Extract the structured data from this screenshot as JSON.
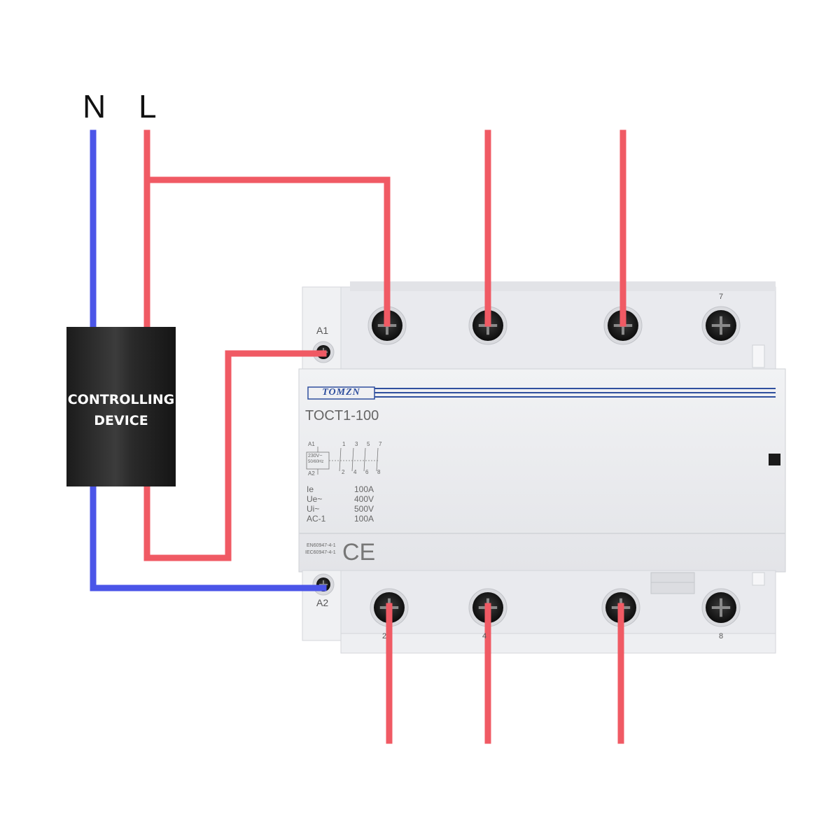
{
  "wires": {
    "neutral_label": "N",
    "line_label": "L",
    "neutral_color": "#4b55e8",
    "line_color": "#f05a64"
  },
  "controller": {
    "line1": "CONTROLLING",
    "line2": "DEVICE",
    "color": "#222222"
  },
  "contactor": {
    "brand": "TOMZN",
    "model": "TOCT1-100",
    "coil_top": "A1",
    "coil_bottom": "A2",
    "terminal_top_right": "7",
    "terminal_bottom_right": "8",
    "terminal_bottom_1": "2",
    "terminal_bottom_2": "4",
    "schematic": {
      "a1": "A1",
      "a2": "A2",
      "voltage": "230V~",
      "freq": "50/60Hz",
      "top_numbers": [
        "1",
        "3",
        "5",
        "7"
      ],
      "bottom_numbers": [
        "2",
        "4",
        "6",
        "8"
      ]
    },
    "specs": [
      {
        "key": "Ie",
        "value": "100A"
      },
      {
        "key": "Ue~",
        "value": "400V"
      },
      {
        "key": "Ui~",
        "value": "500V"
      },
      {
        "key": "AC-1",
        "value": "100A"
      }
    ],
    "standards": [
      "EN60947-4-1",
      "IEC60947-4-1"
    ],
    "ce_mark": "CE",
    "body_color": "#ecedf0",
    "stripe_color": "#2f4f9e"
  }
}
